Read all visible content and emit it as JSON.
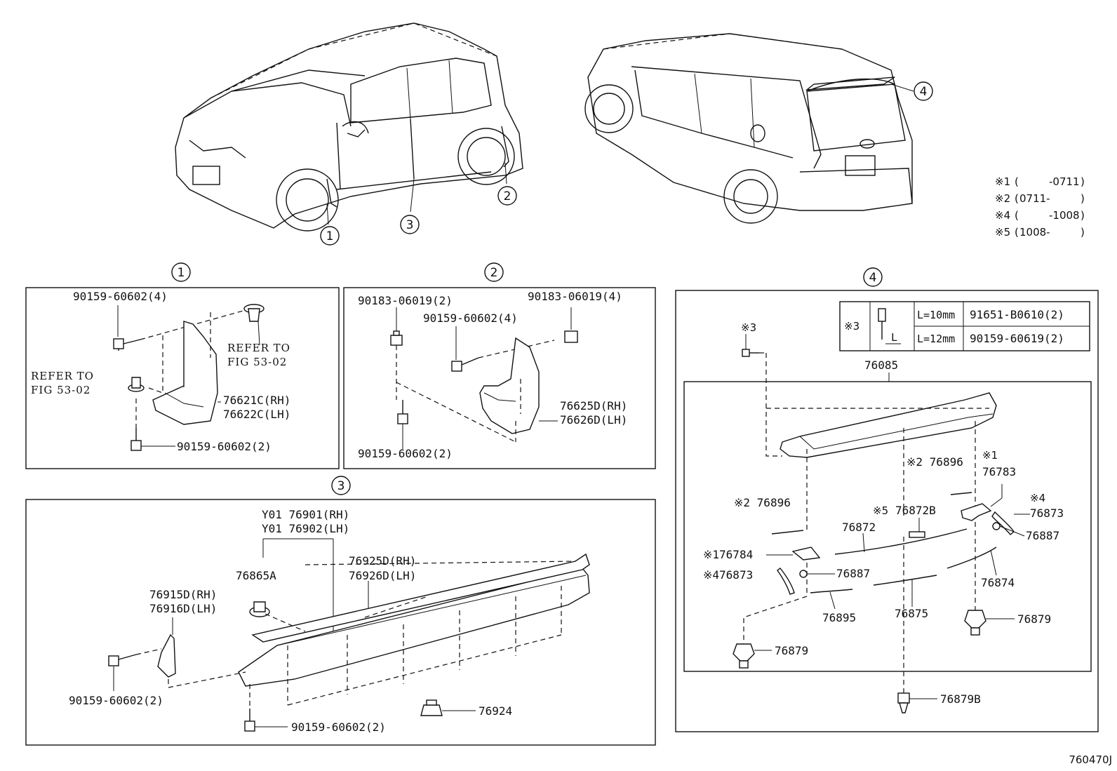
{
  "diagram_id": "760470J",
  "callouts": {
    "c1": "1",
    "c2": "2",
    "c3": "3",
    "c4": "4"
  },
  "notes": [
    {
      "mark": "※1",
      "open": "(",
      "range": "-0711",
      "close": ")"
    },
    {
      "mark": "※2",
      "open": "(",
      "range": "0711-",
      "close": ")"
    },
    {
      "mark": "※4",
      "open": "(",
      "range": "-1008",
      "close": ")"
    },
    {
      "mark": "※5",
      "open": "(",
      "range": "1008-",
      "close": ")"
    }
  ],
  "section1": {
    "bolt_top": "90159-60602(4)",
    "refer_right_a": "REFER TO",
    "refer_right_b": "FIG 53-02",
    "refer_left_a": "REFER TO",
    "refer_left_b": "FIG 53-02",
    "flap_rh": "76621C(RH)",
    "flap_lh": "76622C(LH)",
    "bolt_bottom": "90159-60602(2)"
  },
  "section2": {
    "nut_left": "90183-06019(2)",
    "bolt_mid": "90159-60602(4)",
    "nut_right": "90183-06019(4)",
    "flap_rh": "76625D(RH)",
    "flap_lh": "76626D(LH)",
    "bolt_bottom": "90159-60602(2)"
  },
  "section3": {
    "molding_rh": "Y01 76901(RH)",
    "molding_lh": "Y01 76902(LH)",
    "clip": "76865A",
    "retainer_rh": "76925D(RH)",
    "retainer_lh": "76926D(LH)",
    "bracket_rh": "76915D(RH)",
    "bracket_lh": "76916D(LH)",
    "bolt_left": "90159-60602(2)",
    "bolt_bottom": "90159-60602(2)",
    "nut": "76924"
  },
  "section4": {
    "screw_mark": "※3",
    "table_mark": "※3",
    "table": [
      {
        "length": "L=10mm",
        "part": "91651-B0610(2)"
      },
      {
        "length": "L=12mm",
        "part": "90159-60619(2)"
      }
    ],
    "table_dim": "L",
    "spoiler": "76085",
    "pad_a": "※2 76896",
    "pad_b": "※2 76896",
    "bracket_mark": "※1",
    "bracket": "76783",
    "cover_r_mark": "※4",
    "cover_r": "76873",
    "clip_r": "76887",
    "seal_mark": "※5",
    "seal": "76872B",
    "tape": "76872",
    "bracket_l": "※176784",
    "cover_l": "※476873",
    "clip_l": "76887",
    "tape_r": "76874",
    "tape_l": "76895",
    "tape_c": "76875",
    "clip_a": "76879",
    "clip_b": "76879",
    "clip_c": "76879B"
  }
}
